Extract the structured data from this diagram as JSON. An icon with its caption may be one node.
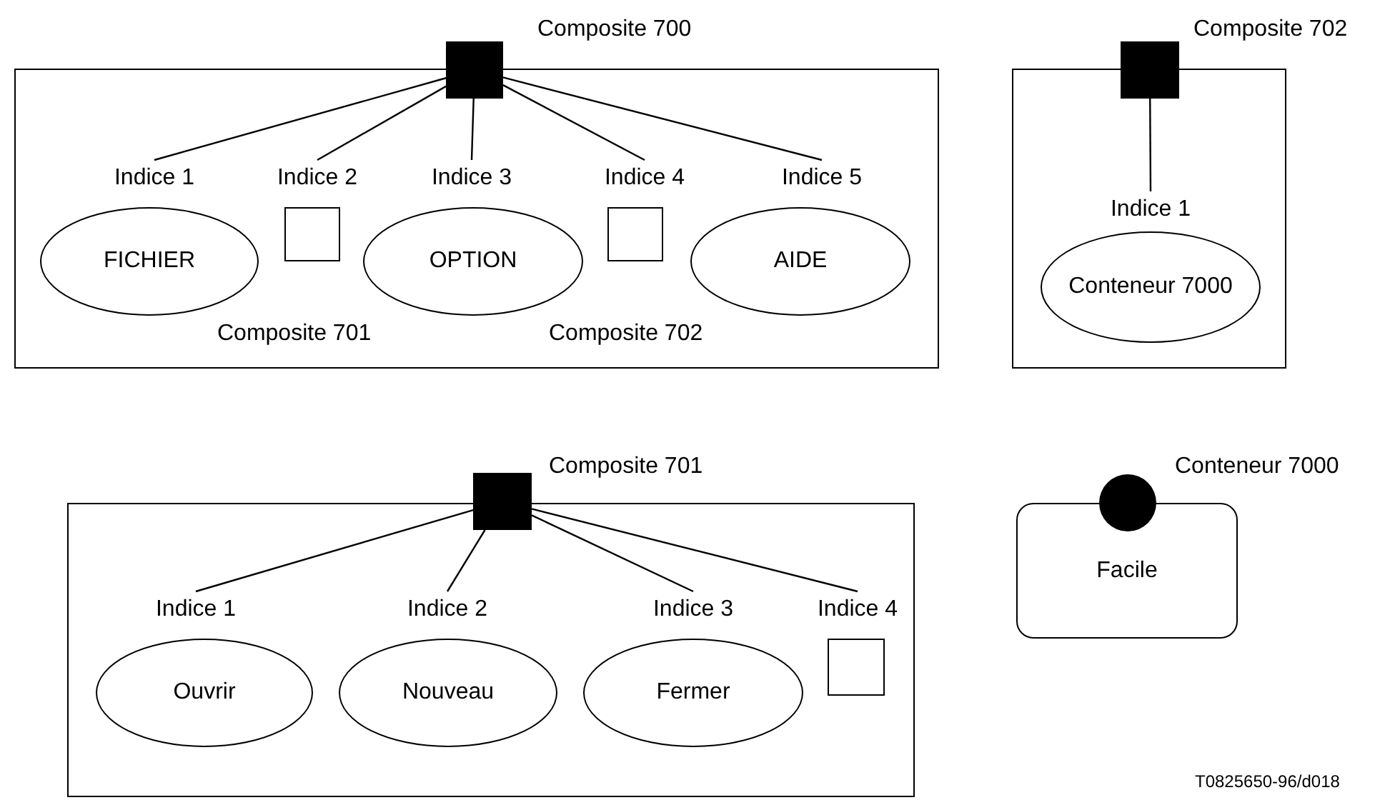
{
  "diagram": {
    "nodes": [
      {
        "text": [],
        "shape": "box"
      },
      {
        "text": [],
        "shape": "square",
        "beside": [
          "Composite 700"
        ]
      },
      {
        "text": [
          "Indice 1"
        ],
        "in": 0
      },
      {
        "text": [
          "FICHIER"
        ],
        "in": 0
      },
      {
        "text": [
          "Indice 2"
        ],
        "in": 0
      },
      {
        "text": [],
        "shape": "box",
        "in": 0
      },
      {
        "text": [
          "Indice 3"
        ],
        "in": 0
      },
      {
        "text": [
          "OPTION"
        ],
        "in": 0
      },
      {
        "text": [
          "Indice 4"
        ],
        "in": 0
      },
      {
        "text": [],
        "shape": "box",
        "in": 0
      },
      {
        "text": [
          "Indice 5"
        ],
        "in": 0
      },
      {
        "text": [
          "AIDE"
        ],
        "in": 0
      },
      {
        "text": [],
        "shape": "box"
      },
      {
        "text": [],
        "shape": "square",
        "beside": [
          "Composite 702"
        ]
      },
      {
        "text": [
          "Indice 1"
        ],
        "in": 12
      },
      {
        "text": [
          "Conteneur 7000"
        ],
        "in": 12
      },
      {
        "text": [],
        "shape": "box"
      },
      {
        "text": [],
        "shape": "square",
        "beside": [
          "Composite 701"
        ]
      },
      {
        "text": [
          "Indice 1"
        ],
        "in": 16
      },
      {
        "text": [
          "Ouvrir"
        ],
        "in": 16
      },
      {
        "text": [
          "Indice 2"
        ],
        "in": 16
      },
      {
        "text": [
          "Nouveau"
        ],
        "in": 16
      },
      {
        "text": [
          "Indice 3"
        ],
        "in": 16
      },
      {
        "text": [
          "Fermer"
        ],
        "in": 16
      },
      {
        "text": [
          "Indice 4"
        ],
        "in": 16
      },
      {
        "text": [],
        "shape": "box",
        "in": 16
      },
      {
        "text": [
          "Facile"
        ]
      },
      {
        "text": [],
        "shape": "circle",
        "beside": [
          "Conteneur 7000"
        ]
      }
    ],
    "edges": [
      {
        "from": 1,
        "to": 2,
        "arrow": "none"
      },
      {
        "from": 1,
        "to": 4,
        "arrow": "none"
      },
      {
        "from": 1,
        "to": 6,
        "arrow": "none"
      },
      {
        "from": 1,
        "to": 8,
        "arrow": "none"
      },
      {
        "from": 1,
        "to": 10,
        "arrow": "none"
      },
      {
        "from": 13,
        "to": 14,
        "arrow": "none"
      },
      {
        "from": 17,
        "to": 18,
        "arrow": "none"
      },
      {
        "from": 17,
        "to": 20,
        "arrow": "none"
      },
      {
        "from": 17,
        "to": 22,
        "arrow": "none"
      },
      {
        "from": 17,
        "to": 24,
        "arrow": "none"
      }
    ],
    "labels": [
      "Composite 701",
      "Composite 702",
      "T0825650-96/d018"
    ]
  }
}
